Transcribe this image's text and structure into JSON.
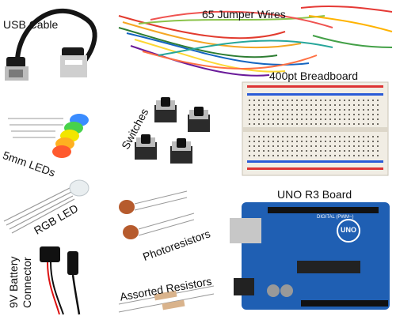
{
  "labels": {
    "usb_cable": "USB Cable",
    "jumper_wires": "65 Jumper Wires",
    "breadboard": "400pt Breadboard",
    "switches": "Switches",
    "leds": "5mm LEDs",
    "rgb_led": "RGB LED",
    "photoresistors": "Photoresistors",
    "uno_board": "UNO R3 Board",
    "battery_connector_line1": "9V Battery",
    "battery_connector_line2": "Connector",
    "resistors": "Assorted Resistors"
  },
  "board_text": {
    "logo": "UNO",
    "brand": "DIGITAL (PWM~)"
  },
  "colors": {
    "board_blue": "#1f5fb3",
    "breadboard_white": "#f1ede4",
    "cable_black": "#151515",
    "led_red": "#ff5a2e",
    "led_orange": "#ffb020",
    "led_yellow": "#f2e600",
    "led_green": "#47d24b",
    "led_blue": "#3a8cff"
  }
}
